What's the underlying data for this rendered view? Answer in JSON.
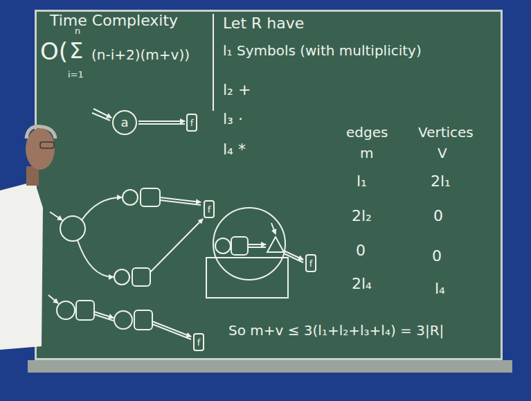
{
  "diagram": {
    "nodes": [
      {
        "text": [
          "a"
        ]
      },
      {
        "text": [
          "f"
        ]
      },
      {
        "text": [
          "f"
        ]
      },
      {
        "text": [
          "f"
        ]
      },
      {
        "text": [
          "f"
        ]
      }
    ],
    "edges": [
      {
        "from": 0,
        "to": 1,
        "arrow": "to"
      }
    ],
    "labels": [
      "Time Complexity",
      "O(",
      "n",
      "Σ",
      "i=1",
      "(n-i+2)(m+v))",
      "Let R have",
      "l₁ Symbols (with multiplicity)",
      "l₂ +",
      "l₃ ·",
      "l₄ *",
      "edges",
      "Vertices",
      "m",
      "V",
      "l₁",
      "2l₁",
      "2l₂",
      "0",
      "0",
      "0",
      "2l₄",
      "l₄",
      "So m+v ≤ 3(l₁+l₂+l₃+l₄) = 3|R|"
    ]
  }
}
